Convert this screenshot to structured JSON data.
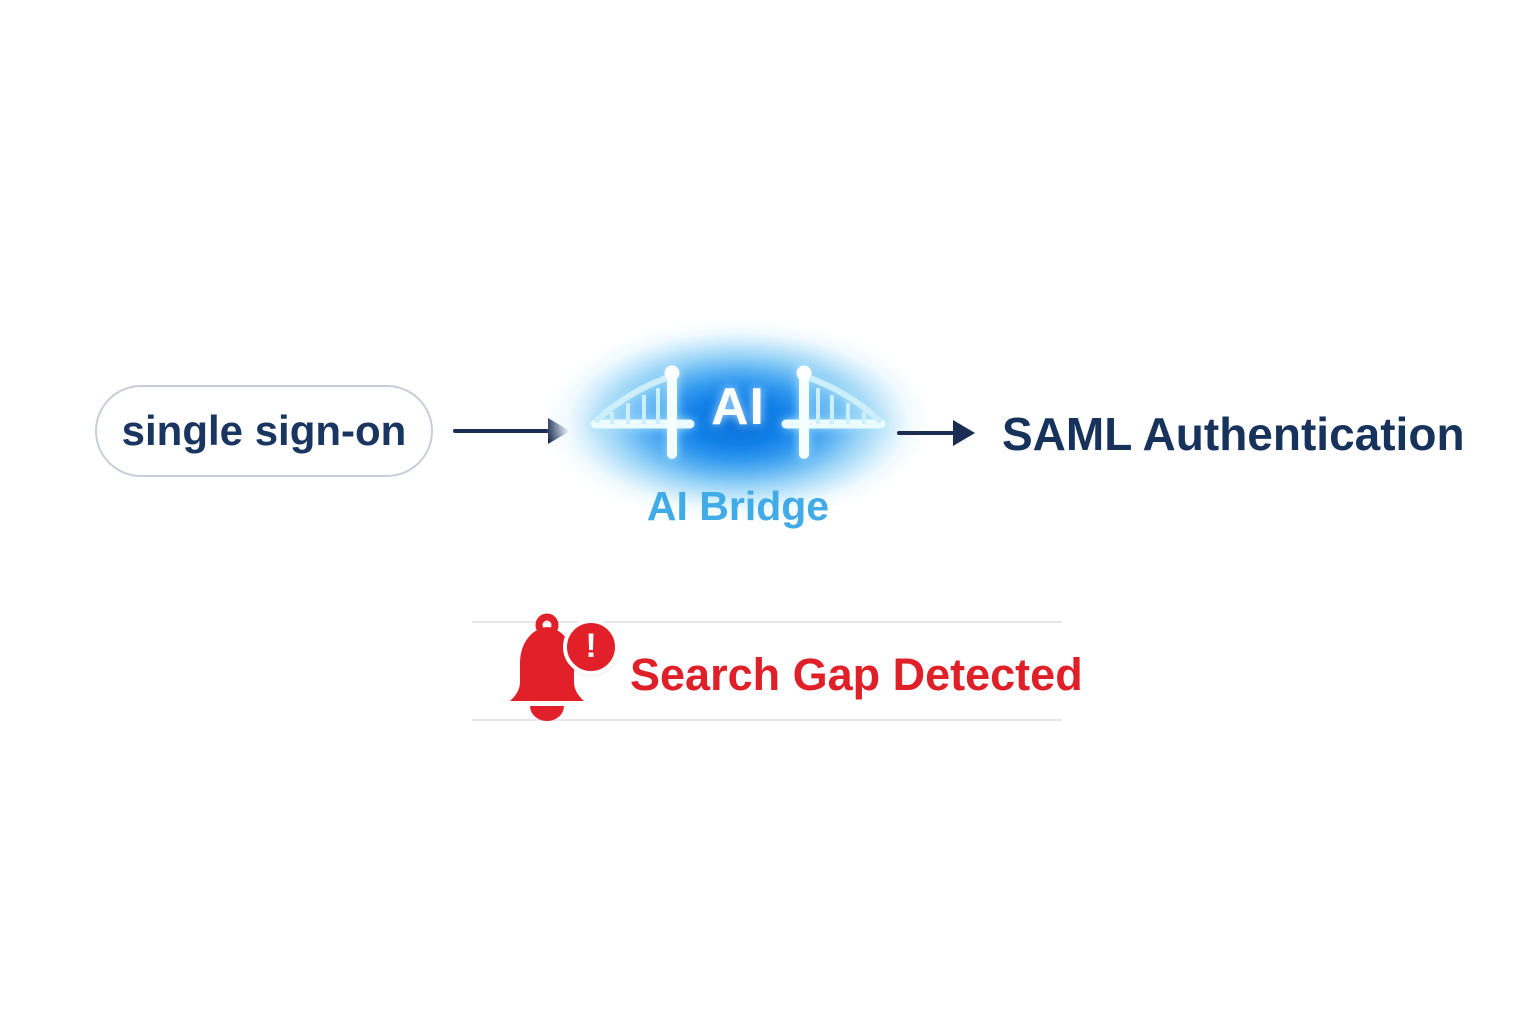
{
  "diagram": {
    "source_node": {
      "label": "single sign-on"
    },
    "bridge_node": {
      "icon_text": "AI",
      "caption": "AI Bridge"
    },
    "target_node": {
      "label": "SAML Authentication"
    },
    "alert": {
      "label": "Search Gap Detected",
      "badge": "!"
    }
  },
  "colors": {
    "background": "#ffffff",
    "navy_text": "#17335c",
    "pill_text": "#1a3560",
    "pill_border": "#c5cedb",
    "arrow": "#1b2d52",
    "bridge_glow_core": "#0a6fd9",
    "bridge_structure": "#eafcff",
    "bridge_caption": "#41abe8",
    "alert_red": "#e2202a",
    "alert_text_red": "#e02028",
    "divider": "#e6e6ee"
  }
}
